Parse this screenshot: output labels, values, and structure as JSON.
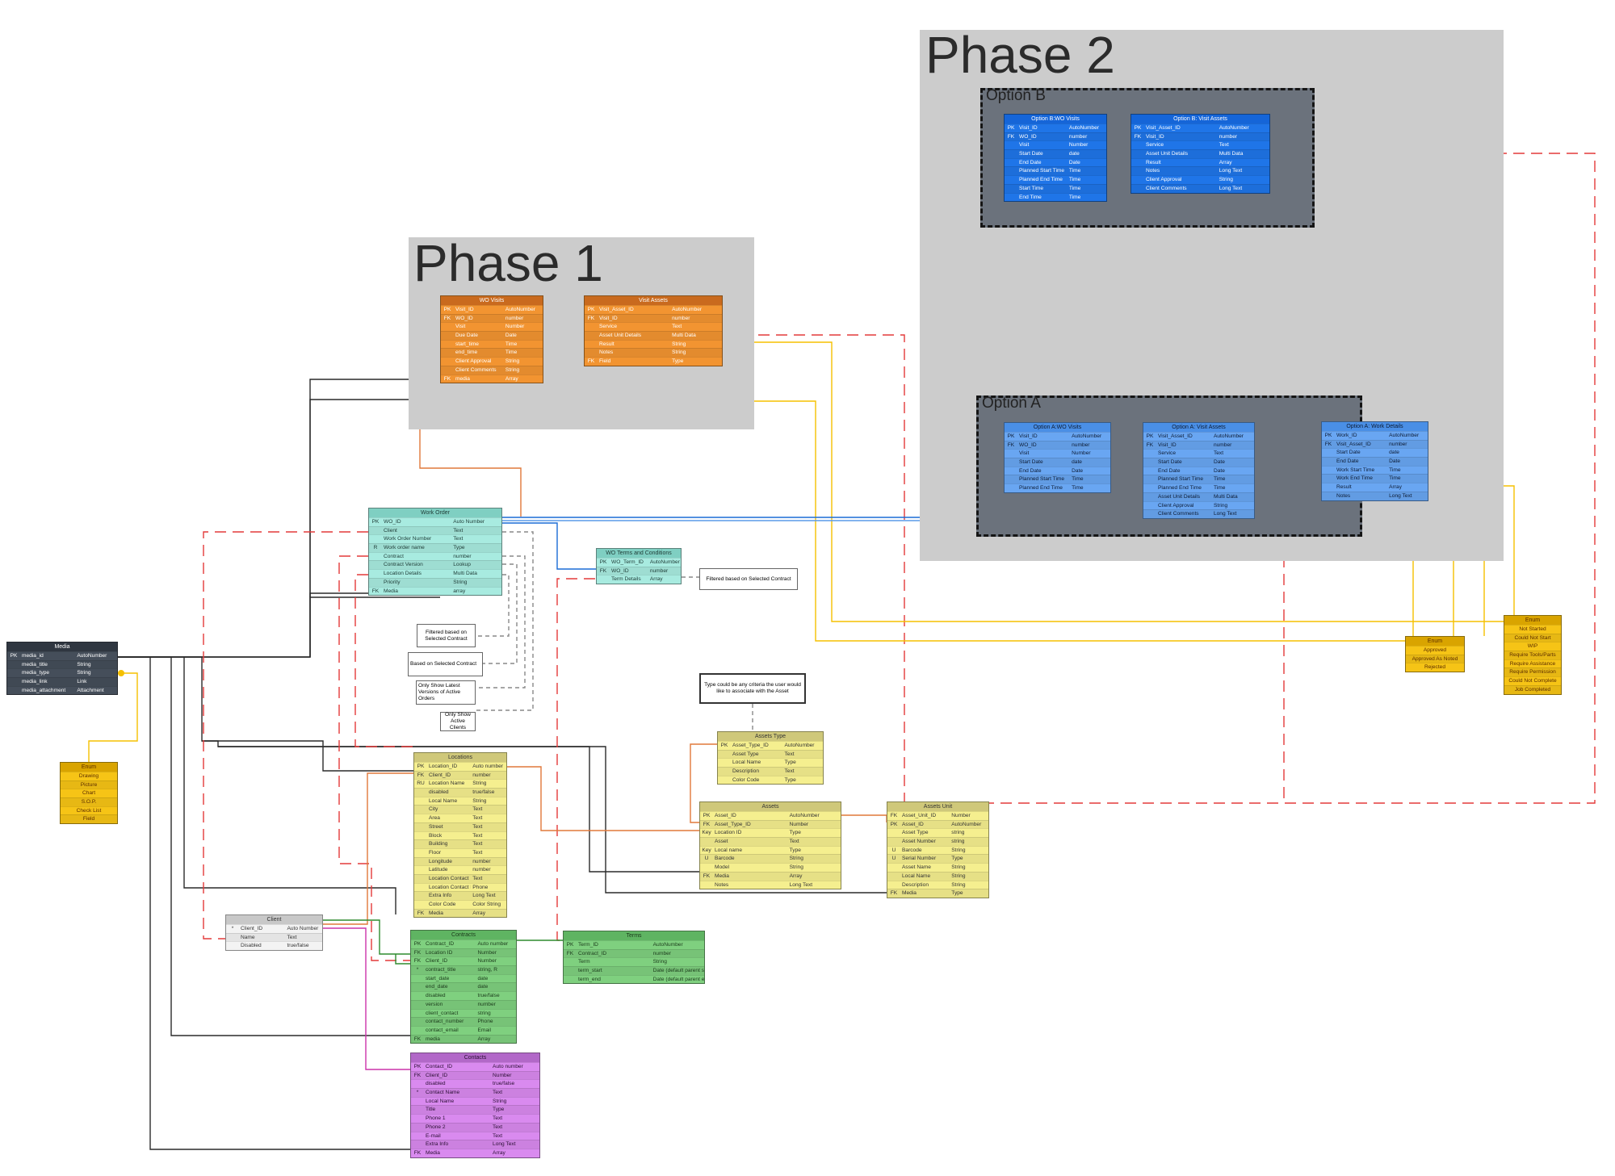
{
  "phases": [
    {
      "id": "phase2",
      "title": "Phase 2"
    },
    {
      "id": "phase1",
      "title": "Phase 1"
    }
  ],
  "options": [
    {
      "id": "optB",
      "title": "Option B"
    },
    {
      "id": "optA",
      "title": "Option A"
    }
  ],
  "notes": [
    {
      "id": "n1",
      "text": "Filtered based on Selected Contract"
    },
    {
      "id": "n2",
      "text": "Based on Selected Contract"
    },
    {
      "id": "n3",
      "text": "Only Show Latest Versions of Active Orders"
    },
    {
      "id": "n4",
      "text": "Only Show Active Clients"
    },
    {
      "id": "n5",
      "text": "Filtered based on Selected Contract"
    },
    {
      "id": "n6",
      "text": "Type could be any criteria the user would like to associate with the Asset"
    }
  ],
  "tables": [
    {
      "id": "wo_visits",
      "title": "WO Visits",
      "colors": {
        "head": "#c96a1e",
        "body": "#f29431",
        "text": "#ffffff"
      },
      "rows": [
        [
          "PK",
          "Visit_ID",
          "AutoNumber"
        ],
        [
          "FK",
          "WO_ID",
          "number"
        ],
        [
          "",
          "Visit",
          "Number"
        ],
        [
          "",
          "Due Date",
          "Date"
        ],
        [
          "",
          "start_time",
          "Time"
        ],
        [
          "",
          "end_time",
          "Time"
        ],
        [
          "",
          "Client Approval",
          "String"
        ],
        [
          "",
          "Client Comments",
          "String"
        ],
        [
          "FK",
          "media",
          "Array"
        ]
      ]
    },
    {
      "id": "visit_assets",
      "title": "Visit Assets",
      "colors": {
        "head": "#c96a1e",
        "body": "#f29431",
        "text": "#ffffff"
      },
      "rows": [
        [
          "PK",
          "Visit_Asset_ID",
          "AutoNumber"
        ],
        [
          "FK",
          "Visit_ID",
          "number"
        ],
        [
          "",
          "Service",
          "Text"
        ],
        [
          "",
          "Asset Unit Details",
          "Multi Data"
        ],
        [
          "",
          "Result",
          "String"
        ],
        [
          "",
          "Notes",
          "String"
        ],
        [
          "FK",
          "Field",
          "Type"
        ]
      ]
    },
    {
      "id": "optb_wo_visits",
      "title": "Option B:WO Visits",
      "colors": {
        "head": "#1565d8",
        "body": "#1f75e8",
        "text": "#ffffff"
      },
      "rows": [
        [
          "PK",
          "Visit_ID",
          "AutoNumber"
        ],
        [
          "FK",
          "WO_ID",
          "number"
        ],
        [
          "",
          "Visit",
          "Number"
        ],
        [
          "",
          "Start Date",
          "date"
        ],
        [
          "",
          "End Date",
          "Date"
        ],
        [
          "",
          "Planned Start Time",
          "Time"
        ],
        [
          "",
          "Planned End Time",
          "Time"
        ],
        [
          "",
          "Start  Time",
          "Time"
        ],
        [
          "",
          "End Time",
          "Time"
        ]
      ]
    },
    {
      "id": "optb_visit_assets",
      "title": "Option B: Visit Assets",
      "colors": {
        "head": "#1565d8",
        "body": "#1f75e8",
        "text": "#ffffff"
      },
      "rows": [
        [
          "PK",
          "Visit_Asset_ID",
          "AutoNumber"
        ],
        [
          "FK",
          "Visit_ID",
          "number"
        ],
        [
          "",
          "Service",
          "Text"
        ],
        [
          "",
          "Asset Unit Details",
          "Multi Data"
        ],
        [
          "",
          "Result",
          "Array"
        ],
        [
          "",
          "Notes",
          "Long Text"
        ],
        [
          "",
          "Client Approval",
          "String"
        ],
        [
          "",
          "Client Comments",
          "Long Text"
        ]
      ]
    },
    {
      "id": "opta_wo_visits",
      "title": "Option A:WO Visits",
      "colors": {
        "head": "#4a8fe6",
        "body": "#69a6f2",
        "text": "#0d1b33"
      },
      "rows": [
        [
          "PK",
          "Visit_ID",
          "AutoNumber"
        ],
        [
          "FK",
          "WO_ID",
          "number"
        ],
        [
          "",
          "Visit",
          "Number"
        ],
        [
          "",
          "Start Date",
          "date"
        ],
        [
          "",
          "End Date",
          "Date"
        ],
        [
          "",
          "Planned Start Time",
          "Time"
        ],
        [
          "",
          "Planned End Time",
          "Time"
        ]
      ]
    },
    {
      "id": "opta_visit_assets",
      "title": "Option A: Visit Assets",
      "colors": {
        "head": "#4a8fe6",
        "body": "#69a6f2",
        "text": "#0d1b33"
      },
      "rows": [
        [
          "PK",
          "Visit_Asset_ID",
          "AutoNumber"
        ],
        [
          "FK",
          "Visit_ID",
          "number"
        ],
        [
          "",
          "Service",
          "Text"
        ],
        [
          "",
          "Start Date",
          "Date"
        ],
        [
          "",
          "End Date",
          "Date"
        ],
        [
          "",
          "Planned Start Time",
          "Time"
        ],
        [
          "",
          "Planned End Time",
          "Time"
        ],
        [
          "",
          "Asset Unit Details",
          "Multi Data"
        ],
        [
          "",
          "Client Approval",
          "String"
        ],
        [
          "",
          "Client Comments",
          "Long Text"
        ]
      ]
    },
    {
      "id": "opta_work_details",
      "title": "Option A: Work Details",
      "colors": {
        "head": "#4a8fe6",
        "body": "#69a6f2",
        "text": "#0d1b33"
      },
      "rows": [
        [
          "PK",
          "Work_ID",
          "AutoNumber"
        ],
        [
          "FK",
          "Visit_Asset_ID",
          "number"
        ],
        [
          "",
          "Start Date",
          "date"
        ],
        [
          "",
          "End Date",
          "Date"
        ],
        [
          "",
          "Work Start Time",
          "Time"
        ],
        [
          "",
          "Work End Time",
          "Time"
        ],
        [
          "",
          "Result",
          "Array"
        ],
        [
          "",
          "Notes",
          "Long Text"
        ]
      ]
    },
    {
      "id": "work_order",
      "title": "Work Order",
      "colors": {
        "head": "#7fcfc2",
        "body": "#a8ebe0",
        "text": "#1e3a35"
      },
      "rows": [
        [
          "PK",
          "WO_ID",
          "Auto Number"
        ],
        [
          "",
          "Client",
          "Text"
        ],
        [
          "",
          "Work Order Number",
          "Text"
        ],
        [
          "R",
          "Work order name",
          "Type"
        ],
        [
          "",
          "Contract",
          "number"
        ],
        [
          "",
          "Contract Version",
          "Lookup"
        ],
        [
          "",
          "Location Details",
          "Multi Data"
        ],
        [
          "",
          "Priority",
          "String"
        ],
        [
          "FK",
          "Media",
          "array"
        ]
      ]
    },
    {
      "id": "wo_terms",
      "title": "WO Terms and Conditions",
      "colors": {
        "head": "#7fcfc2",
        "body": "#a8ebe0",
        "text": "#1e3a35"
      },
      "rows": [
        [
          "PK",
          "WO_Term_ID",
          "AutoNumber"
        ],
        [
          "FK",
          "WO_ID",
          "number"
        ],
        [
          "",
          "Term Details",
          "Array"
        ]
      ]
    },
    {
      "id": "media",
      "title": "Media",
      "colors": {
        "head": "#2f3640",
        "body": "#454e5a",
        "text": "#ffffff"
      },
      "rows": [
        [
          "PK",
          "media_id",
          "AutoNumber"
        ],
        [
          "",
          "media_title",
          "String"
        ],
        [
          "",
          "media_type",
          "String"
        ],
        [
          "",
          "media_link",
          "Link"
        ],
        [
          "",
          "media_attachment",
          "Attachment"
        ]
      ]
    },
    {
      "id": "locations",
      "title": "Locations",
      "colors": {
        "head": "#cfc87a",
        "body": "#f5ef8f",
        "text": "#333333"
      },
      "rows": [
        [
          "PK",
          "Location_ID",
          "Auto number"
        ],
        [
          "FK",
          "Client_ID",
          "number"
        ],
        [
          "RU",
          "Location Name",
          "String"
        ],
        [
          "",
          "disabled",
          "true/false"
        ],
        [
          "",
          "Local Name",
          "String"
        ],
        [
          "",
          "City",
          "Text"
        ],
        [
          "",
          "Area",
          "Text"
        ],
        [
          "",
          "Street",
          "Text"
        ],
        [
          "",
          "Block",
          "Text"
        ],
        [
          "",
          "Building",
          "Text"
        ],
        [
          "",
          "Floor",
          "Text"
        ],
        [
          "",
          "Longitude",
          "number"
        ],
        [
          "",
          "Latitude",
          "number"
        ],
        [
          "",
          "Location Contact",
          "Text"
        ],
        [
          "",
          "Location Contact Number",
          "Phone"
        ],
        [
          "",
          "Extra Info",
          "Long Text"
        ],
        [
          "",
          "Color Code",
          "Color String"
        ],
        [
          "FK",
          "Media",
          "Array"
        ]
      ]
    },
    {
      "id": "assets_type",
      "title": "Assets Type",
      "colors": {
        "head": "#cfc87a",
        "body": "#f5ef8f",
        "text": "#333333"
      },
      "rows": [
        [
          "PK",
          "Asset_Type_ID",
          "AutoNumber"
        ],
        [
          "",
          "Asset Type",
          "Text"
        ],
        [
          "",
          "Local Name",
          "Type"
        ],
        [
          "",
          "Description",
          "Text"
        ],
        [
          "",
          "Color Code",
          "Type"
        ]
      ]
    },
    {
      "id": "assets",
      "title": "Assets",
      "colors": {
        "head": "#cfc87a",
        "body": "#f5ef8f",
        "text": "#333333"
      },
      "rows": [
        [
          "PK",
          "Asset_ID",
          "AutoNumber"
        ],
        [
          "FK",
          "Asset_Type_ID",
          "Number"
        ],
        [
          "Key",
          "Location ID",
          "Type"
        ],
        [
          "",
          "Asset",
          "Text"
        ],
        [
          "Key",
          "Local name",
          "Type"
        ],
        [
          "U",
          "Barcode",
          "String"
        ],
        [
          "",
          "Model",
          "String"
        ],
        [
          "FK",
          "Media",
          "Array"
        ],
        [
          "",
          "Notes",
          "Long Text"
        ]
      ]
    },
    {
      "id": "assets_unit",
      "title": "Assets Unit",
      "colors": {
        "head": "#cfc87a",
        "body": "#f5ef8f",
        "text": "#333333"
      },
      "rows": [
        [
          "FK",
          "Asset_Unit_ID",
          "Number"
        ],
        [
          "PK",
          "Asset_ID",
          "AutoNumber"
        ],
        [
          "",
          "Asset Type",
          "string"
        ],
        [
          "",
          "Asset Number",
          "string"
        ],
        [
          "U",
          "Barcode",
          "String"
        ],
        [
          "U",
          "Serial Number",
          "Type"
        ],
        [
          "",
          "Asset Name",
          "String"
        ],
        [
          "",
          "Local Name",
          "String"
        ],
        [
          "",
          "Description",
          "String"
        ],
        [
          "FK",
          "Media",
          "Type"
        ]
      ]
    },
    {
      "id": "client",
      "title": "Client",
      "colors": {
        "head": "#c8c8c8",
        "body": "#f3f3f3",
        "text": "#333333"
      },
      "rows": [
        [
          "*",
          "Client_ID",
          "Auto Number"
        ],
        [
          "",
          "Name",
          "Text"
        ],
        [
          "",
          "Disabled",
          "true/false"
        ]
      ]
    },
    {
      "id": "contracts",
      "title": "Contracts",
      "colors": {
        "head": "#5fb462",
        "body": "#7fd07f",
        "text": "#1b3a1b"
      },
      "rows": [
        [
          "PK",
          "Contract_ID",
          "Auto number"
        ],
        [
          "FK",
          "Location ID",
          "Number"
        ],
        [
          "FK",
          "Client_ID",
          "Number"
        ],
        [
          "*",
          "contract_title",
          "string, R"
        ],
        [
          "",
          "start_date",
          "date"
        ],
        [
          "",
          "end_date",
          "date"
        ],
        [
          "",
          "disabled",
          "true/false"
        ],
        [
          "",
          "version",
          "number"
        ],
        [
          "",
          "client_contact",
          "string"
        ],
        [
          "",
          "contact_number",
          "Phone"
        ],
        [
          "",
          "contact_email",
          "Email"
        ],
        [
          "FK",
          "media",
          "Array"
        ]
      ]
    },
    {
      "id": "terms",
      "title": "Terms",
      "colors": {
        "head": "#5fb462",
        "body": "#7fd07f",
        "text": "#1b3a1b"
      },
      "rows": [
        [
          "PK",
          "Term_ID",
          "AutoNumber"
        ],
        [
          "FK",
          "Contract_ID",
          "number"
        ],
        [
          "",
          "Term",
          "String"
        ],
        [
          "",
          "term_start",
          "Date (default parent start_date)"
        ],
        [
          "",
          "term_end",
          "Date (default parent end_date)"
        ]
      ]
    },
    {
      "id": "contacts",
      "title": "Contacts",
      "colors": {
        "head": "#b268c8",
        "body": "#d98aef",
        "text": "#2a0f33"
      },
      "rows": [
        [
          "PK",
          "Contact_ID",
          "Auto number"
        ],
        [
          "FK",
          "Client_ID",
          "Number"
        ],
        [
          "",
          "disabled",
          "true/false"
        ],
        [
          "*",
          "Contact Name",
          "Text"
        ],
        [
          "",
          "Local Name",
          "String"
        ],
        [
          "",
          "Title",
          "Type"
        ],
        [
          "",
          "Phone 1",
          "Text"
        ],
        [
          "",
          "Phone 2",
          "Text"
        ],
        [
          "",
          "E-mail",
          "Text"
        ],
        [
          "",
          "Extra Info",
          "Long Text"
        ],
        [
          "FK",
          "Media",
          "Array"
        ]
      ]
    },
    {
      "id": "enum_media",
      "title": "Enum",
      "colors": {
        "head": "#d9a400",
        "body": "#f6c416",
        "text": "#5a2c00"
      },
      "rows": [
        [
          "",
          "Drawing",
          ""
        ],
        [
          "",
          "Picture",
          ""
        ],
        [
          "",
          "Chart",
          ""
        ],
        [
          "",
          "S.O.P.",
          ""
        ],
        [
          "",
          "Check List",
          ""
        ],
        [
          "",
          "Field",
          ""
        ]
      ]
    },
    {
      "id": "enum_approval",
      "title": "Enum",
      "colors": {
        "head": "#d9a400",
        "body": "#f6c416",
        "text": "#5a2c00"
      },
      "rows": [
        [
          "",
          "Approved",
          ""
        ],
        [
          "",
          "Approved As Noted",
          ""
        ],
        [
          "",
          "Rejected",
          ""
        ]
      ]
    },
    {
      "id": "enum_status",
      "title": "Enum",
      "colors": {
        "head": "#d9a400",
        "body": "#f6c416",
        "text": "#5a2c00"
      },
      "rows": [
        [
          "",
          "Not Started",
          ""
        ],
        [
          "",
          "Could Not Start",
          ""
        ],
        [
          "",
          "WIP",
          ""
        ],
        [
          "",
          "Require Tools/Parts",
          ""
        ],
        [
          "",
          "Require Assistance",
          ""
        ],
        [
          "",
          "Require Permission",
          ""
        ],
        [
          "",
          "Could Not Complete",
          ""
        ],
        [
          "",
          "Job Completed",
          ""
        ]
      ]
    }
  ],
  "colors": {
    "wire_dark": "#2a2a2a",
    "wire_red": "#e33a3a",
    "wire_orange": "#e0783a",
    "wire_yellow": "#f5c000",
    "wire_blue": "#1a6bd6",
    "wire_green": "#2e8b2e",
    "wire_pink": "#cc33aa",
    "wire_gray": "#888888"
  }
}
